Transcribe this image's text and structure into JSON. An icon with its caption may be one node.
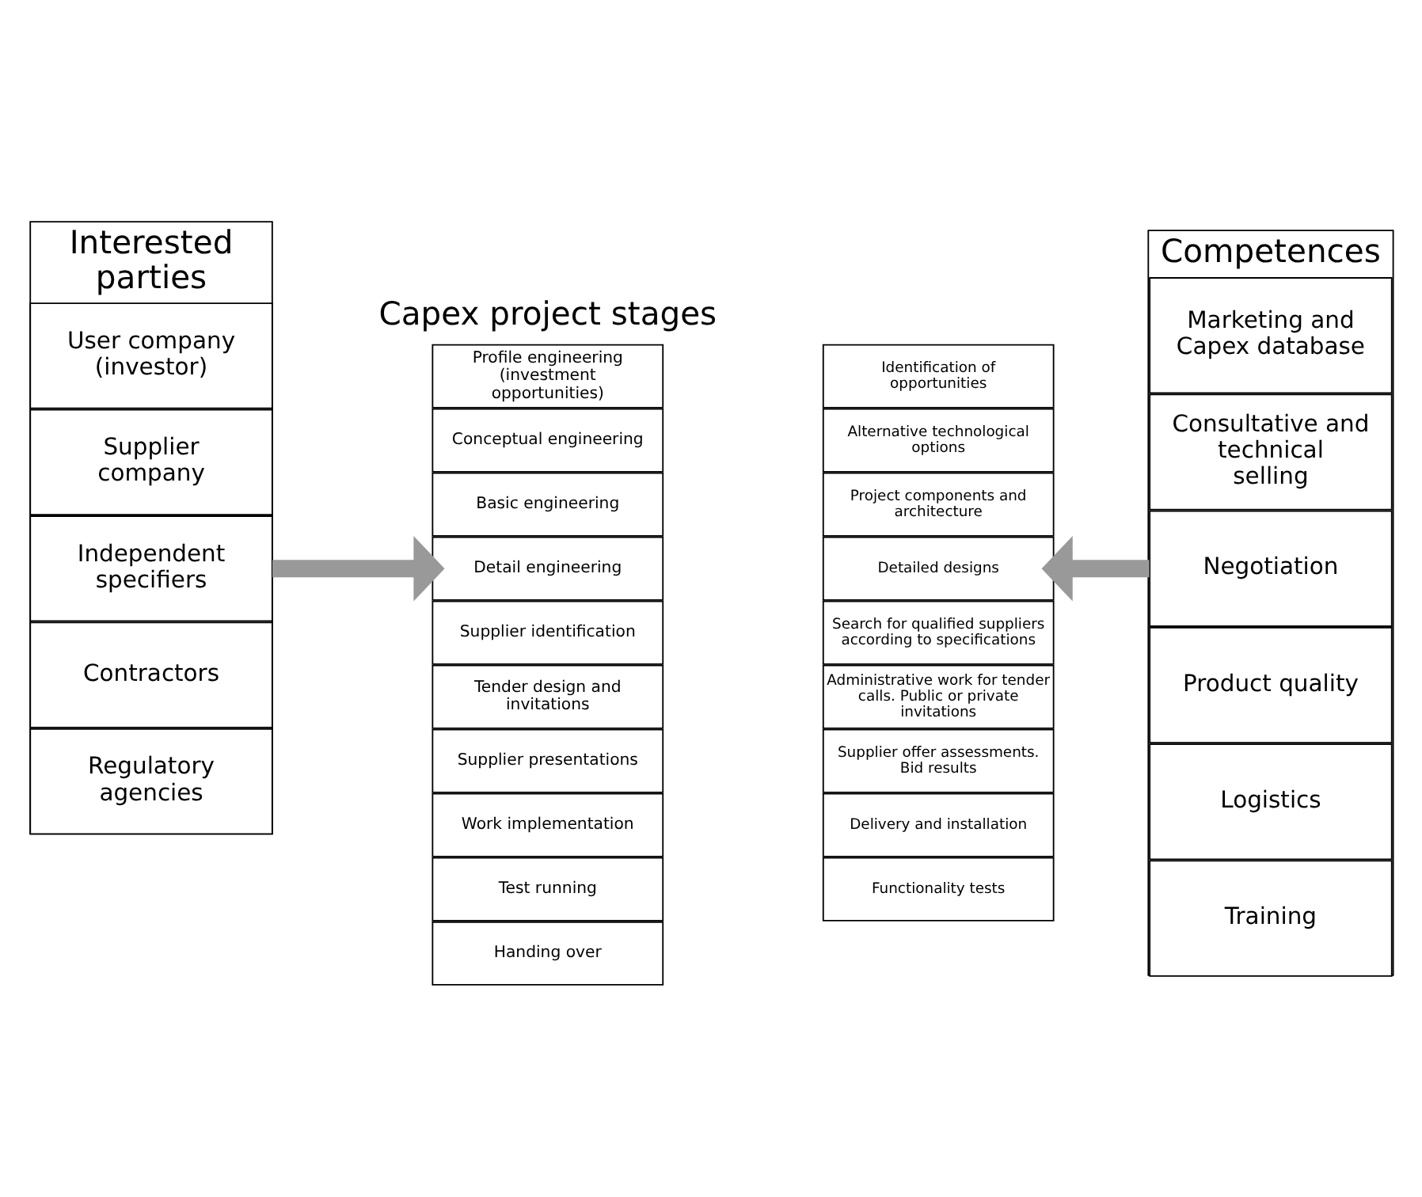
{
  "diagram": {
    "nodes": [
      {
        "text": [
          "Interested parties"
        ]
      },
      {
        "text": [
          "User company (investor)"
        ],
        "in": 0
      },
      {
        "text": [
          "Supplier company"
        ],
        "in": 0
      },
      {
        "text": [
          "Independent specifiers"
        ],
        "in": 0
      },
      {
        "text": [
          "Contractors"
        ],
        "in": 0
      },
      {
        "text": [
          "Regulatory agencies"
        ],
        "in": 0
      },
      {
        "text": [
          "Profile engineering (investment opportunities)"
        ]
      },
      {
        "text": [
          "Identification of opportunities"
        ]
      },
      {
        "text": [
          "Conceptual engineering"
        ]
      },
      {
        "text": [
          "Alternative technological options"
        ]
      },
      {
        "text": [
          "Basic engineering"
        ]
      },
      {
        "text": [
          "Project components and architecture"
        ]
      },
      {
        "text": [
          "Detail engineering"
        ]
      },
      {
        "text": [
          "Detailed designs"
        ]
      },
      {
        "text": [
          "Supplier identification"
        ]
      },
      {
        "text": [
          "Search for qualified suppliers according to specifications"
        ]
      },
      {
        "text": [
          "Tender design and invitations"
        ]
      },
      {
        "text": [
          "Administrative work for tender calls. Public or private invitations"
        ]
      },
      {
        "text": [
          "Supplier presentations"
        ]
      },
      {
        "text": [
          "Supplier offer assessments. Bid results"
        ]
      },
      {
        "text": [
          "Work implementation"
        ]
      },
      {
        "text": [
          "Delivery and installation"
        ]
      },
      {
        "text": [
          "Test running"
        ]
      },
      {
        "text": [
          "Functionality tests"
        ]
      },
      {
        "text": [
          "Handing over"
        ]
      },
      {
        "text": [
          "Competences"
        ]
      },
      {
        "text": [
          "Marketing and Capex database"
        ],
        "in": 25
      },
      {
        "text": [
          "Consultative and technical selling"
        ],
        "in": 25
      },
      {
        "text": [
          "Negotiation"
        ],
        "in": 25
      },
      {
        "text": [
          "Product quality"
        ],
        "in": 25
      },
      {
        "text": [
          "Logistics"
        ],
        "in": 25
      },
      {
        "text": [
          "Training"
        ],
        "in": 25
      }
    ],
    "edges": [
      {
        "from": 0,
        "to": 12,
        "arrow": "to"
      },
      {
        "from": 25,
        "to": 13,
        "arrow": "to"
      }
    ],
    "labels": [
      "Capex project stages"
    ]
  }
}
